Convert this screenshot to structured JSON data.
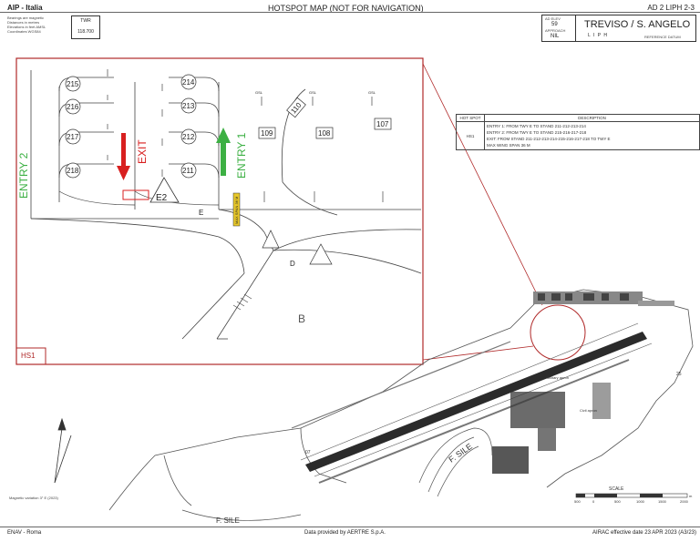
{
  "header": {
    "left_title": "AIP - Italia",
    "center_title": "HOTSPOT MAP (NOT FOR NAVIGATION)",
    "right_title": "AD 2 LIPH 2-3",
    "notes": [
      "Bearings are magnetic",
      "Distances in metres",
      "Elevations in feet AMSL",
      "Coordinates WGS84"
    ],
    "twr_label": "TWR",
    "twr_freq": "118.700",
    "ad_elev_label": "AD ELEV",
    "ad_elev": "59",
    "appch_label": "APPROACH",
    "appch_freq": "NIL",
    "icao": "L I P H",
    "aerodrome": "TREVISO / S. ANGELO",
    "ref": "REFERENCE DATUM"
  },
  "inset": {
    "label": "HS1",
    "stands": [
      "215",
      "216",
      "217",
      "218",
      "214",
      "213",
      "212",
      "211"
    ],
    "stands_right": [
      "109",
      "108",
      "107",
      "110"
    ],
    "entry1": "ENTRY 1",
    "entry2": "ENTRY 2",
    "exit": "EXIT",
    "e2": "E2",
    "e": "E",
    "d": "D",
    "b": "B",
    "vertical_sign": "MAX SPAN 36 M",
    "small_label": "GSL"
  },
  "hotspot_table": {
    "headers": [
      "HOT SPOT",
      "DESCRIPTION"
    ],
    "rows": [
      {
        "id": "HS1",
        "lines": [
          "ENTRY 1: FROM TWY E TO STAND 211-212-213-214",
          "ENTRY 2: FROM TWY E TO STAND 215-216-217-218",
          "EXIT: FROM STAND 211-212-213-214-215-216-217-218 TO TWY E",
          "MAX WING SPAN 36 M"
        ]
      }
    ]
  },
  "map": {
    "river1": "F. SILE",
    "river2": "F. SILE",
    "mag_var": "Magnetic variation 3° E (2023)",
    "rwy_label": "07",
    "rwy_label2": "25",
    "scale_label": "SCALE",
    "scale_ticks": [
      "500",
      "0",
      "500",
      "1000",
      "1500",
      "2000"
    ],
    "scale_unit": "m",
    "label_military": "Military apron",
    "label_civil": "Civil apron"
  },
  "footer": {
    "left": "ENAV - Roma",
    "center": "Data provided by AERTRE S.p.A.",
    "right": "AIRAC effective date 23 APR 2023 (A3/23)"
  },
  "colors": {
    "frame": "#b02a2a",
    "green": "#3cb043",
    "red": "#d81f1f",
    "ink": "#333333"
  }
}
